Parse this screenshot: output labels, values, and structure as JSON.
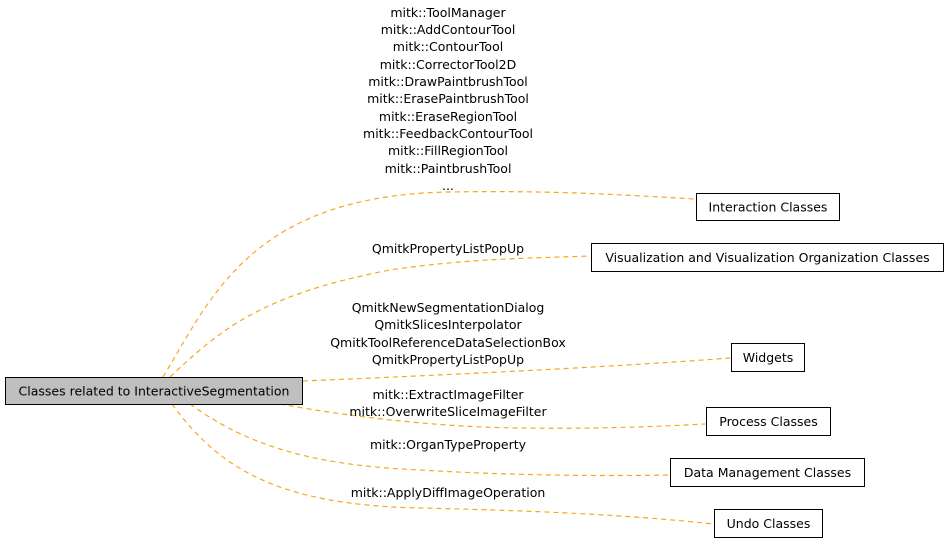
{
  "main_node": {
    "label": "Classes related to InteractiveSegmentation"
  },
  "groups": [
    {
      "label": "Interaction Classes",
      "members": [
        "mitk::ToolManager",
        "mitk::AddContourTool",
        "mitk::ContourTool",
        "mitk::CorrectorTool2D",
        "mitk::DrawPaintbrushTool",
        "mitk::ErasePaintbrushTool",
        "mitk::EraseRegionTool",
        "mitk::FeedbackContourTool",
        "mitk::FillRegionTool",
        "mitk::PaintbrushTool",
        "..."
      ]
    },
    {
      "label": "Visualization and Visualization Organization Classes",
      "members": [
        "QmitkPropertyListPopUp"
      ]
    },
    {
      "label": "Widgets",
      "members": [
        "QmitkNewSegmentationDialog",
        "QmitkSlicesInterpolator",
        "QmitkToolReferenceDataSelectionBox",
        "QmitkPropertyListPopUp"
      ]
    },
    {
      "label": "Process Classes",
      "members": [
        "mitk::ExtractImageFilter",
        "mitk::OverwriteSliceImageFilter"
      ]
    },
    {
      "label": "Data Management Classes",
      "members": [
        "mitk::OrganTypeProperty"
      ]
    },
    {
      "label": "Undo Classes",
      "members": [
        "mitk::ApplyDiffImageOperation"
      ]
    }
  ],
  "edge_color": "#f6a81a",
  "main_node_fill": "#bfbfbf"
}
